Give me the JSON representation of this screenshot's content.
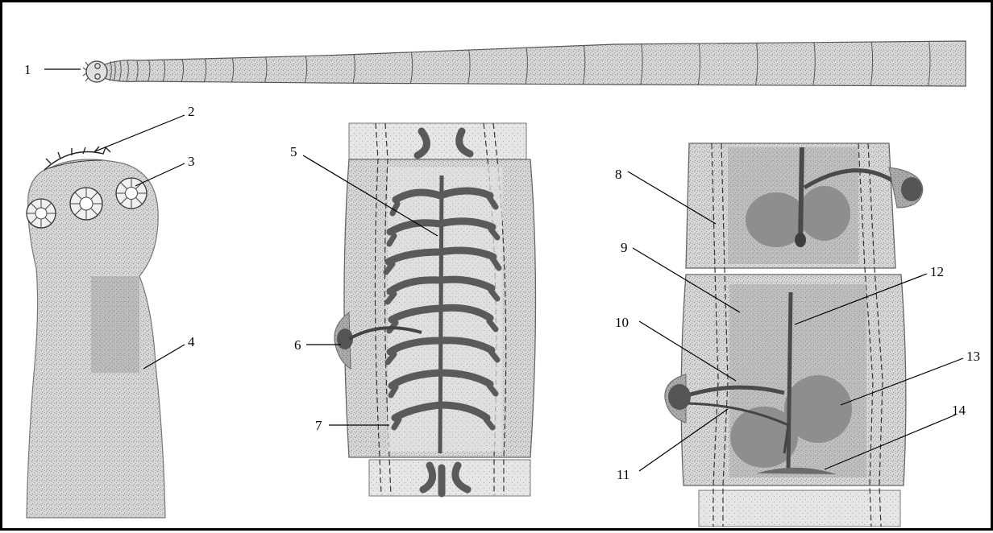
{
  "figure": {
    "labels": [
      "1",
      "2",
      "3",
      "4",
      "5",
      "6",
      "7",
      "8",
      "9",
      "10",
      "11",
      "12",
      "13",
      "14"
    ]
  },
  "colors": {
    "border": "#000000",
    "tissue": "#c8c8c8",
    "tissue_light": "#dedede",
    "organ": "#5a5a5a",
    "text": "#000000"
  }
}
